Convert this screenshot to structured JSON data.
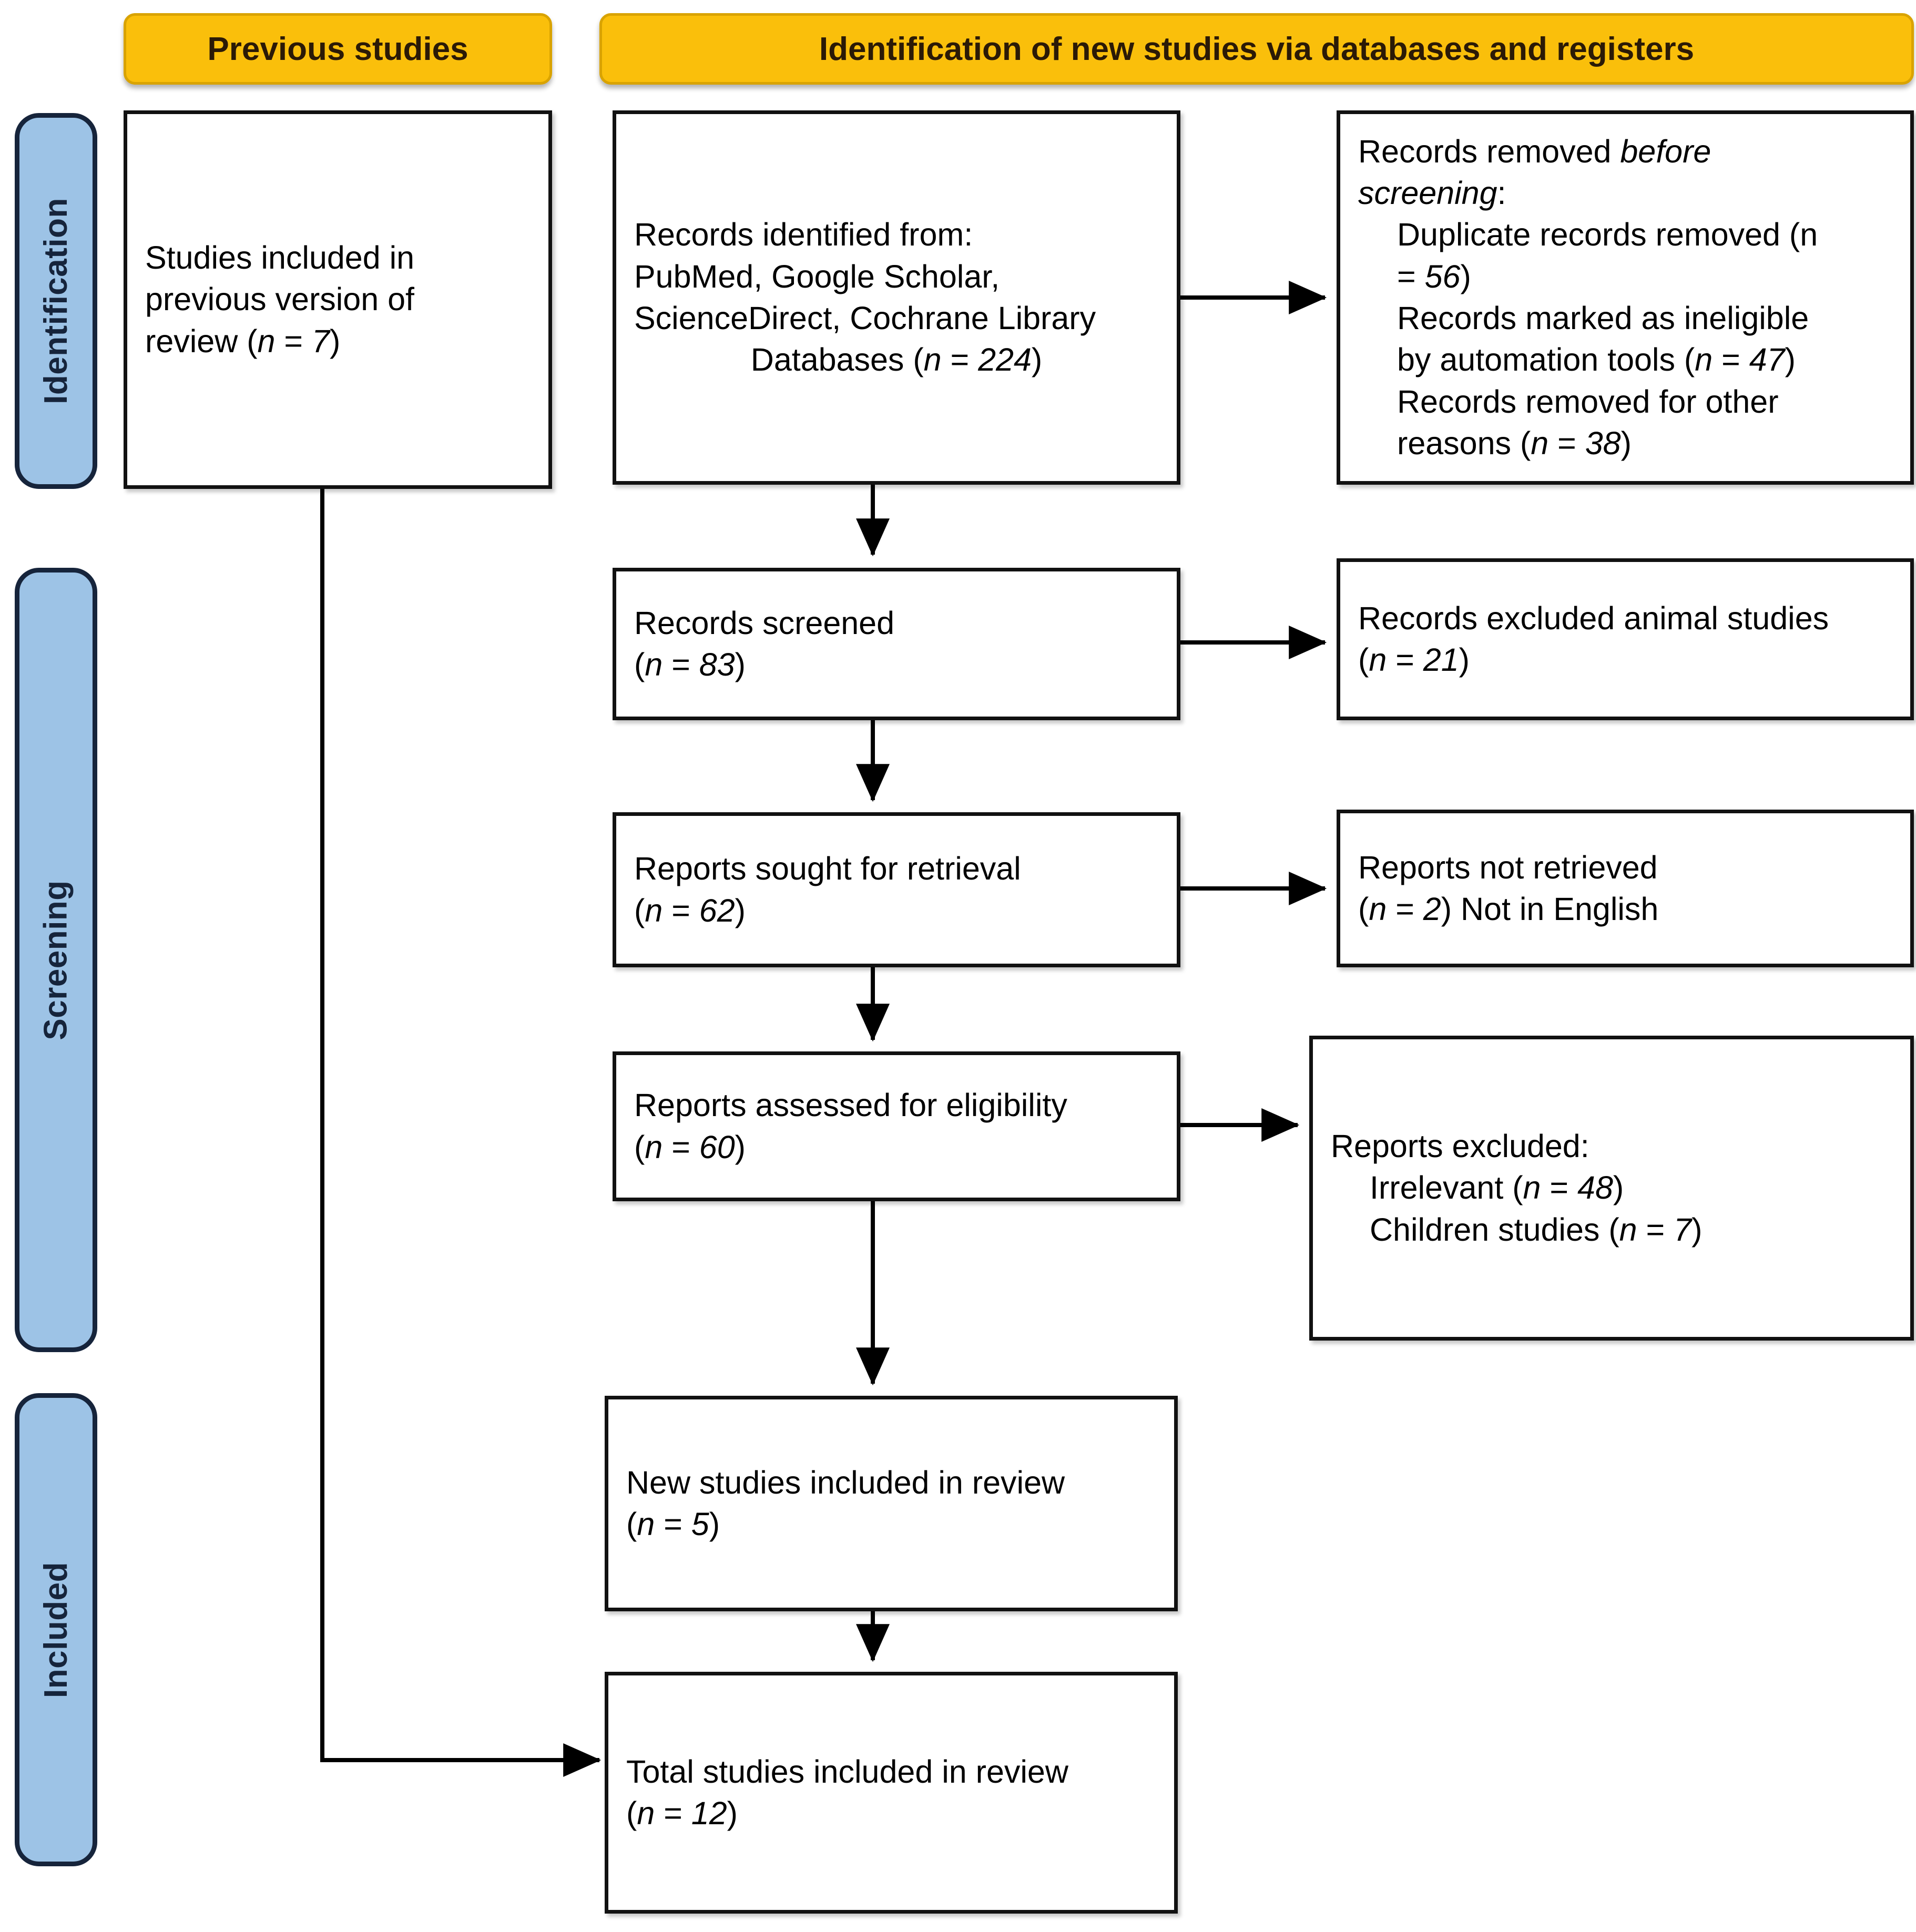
{
  "colors": {
    "header_yellow": "#FABF0B",
    "phase_blue": "#9DC3E6",
    "border_dark": "#16243B",
    "box_border": "#111111"
  },
  "phases": [
    {
      "name": "identification",
      "label": "Identification"
    },
    {
      "name": "screening",
      "label": "Screening"
    },
    {
      "name": "included",
      "label": "Included"
    }
  ],
  "headers": {
    "previous": "Previous studies",
    "new": "Identification of new studies via databases and registers"
  },
  "nodes": {
    "previous_studies": {
      "lines": [
        "Studies included in",
        "previous version of",
        "review (n = 7)"
      ],
      "n": 7
    },
    "records_identified": {
      "lines": [
        "Records identified from:",
        "PubMed, Google Scholar,",
        "ScienceDirect, Cochrane Library",
        "Databases (n = 224)"
      ],
      "n": 224,
      "sources": [
        "PubMed",
        "Google Scholar",
        "ScienceDirect",
        "Cochrane Library Databases"
      ]
    },
    "records_removed": {
      "lines": [
        "Records removed before",
        "screening:"
      ],
      "items": [
        {
          "text": "Duplicate records removed (n",
          "cont": "= 56)",
          "n": 56
        },
        {
          "text": "Records marked as ineligible",
          "cont": "by automation tools (n = 47)",
          "n": 47
        },
        {
          "text": "Records removed for other",
          "cont": "reasons (n = 38)",
          "n": 38
        }
      ]
    },
    "records_screened": {
      "lines": [
        "Records screened",
        "(n = 83)"
      ],
      "n": 83
    },
    "records_excluded": {
      "lines": [
        "Records excluded animal studies",
        "(n = 21)"
      ],
      "n": 21
    },
    "reports_sought": {
      "lines": [
        "Reports sought for retrieval",
        "(n = 62)"
      ],
      "n": 62
    },
    "reports_not_retrieved": {
      "lines": [
        "Reports not retrieved",
        "(n = 2) Not in English"
      ],
      "n": 2
    },
    "reports_assessed": {
      "lines": [
        "Reports assessed for eligibility",
        "(n = 60)"
      ],
      "n": 60
    },
    "reports_excluded": {
      "lines": [
        "Reports excluded:"
      ],
      "items": [
        {
          "text": "Irrelevant (n = 48)",
          "n": 48
        },
        {
          "text": "Children studies (n = 7)",
          "n": 7
        }
      ]
    },
    "new_included": {
      "lines": [
        "New studies included in review",
        "(n = 5)"
      ],
      "n": 5
    },
    "total_included": {
      "lines": [
        "Total studies included in review",
        "(n = 12)"
      ],
      "n": 12
    }
  }
}
